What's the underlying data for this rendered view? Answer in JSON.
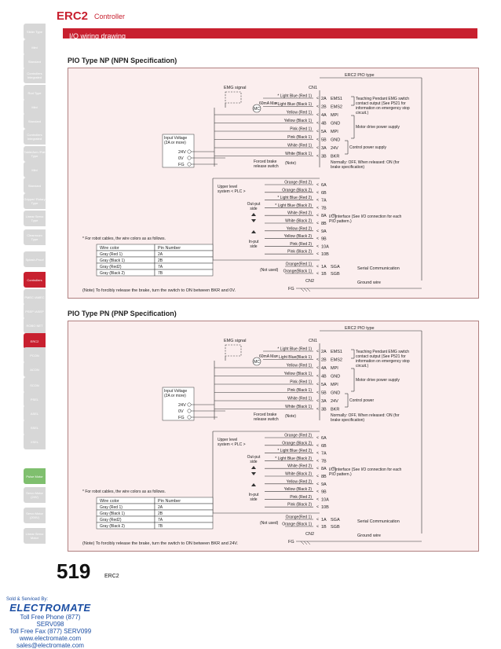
{
  "header": {
    "title": "ERC2",
    "subtitle": "Controller"
  },
  "section_title": "I/O wiring drawing",
  "sidebar": [
    {
      "label": "Slider Type",
      "active": false,
      "green": false
    },
    {
      "label": "Mini",
      "active": false,
      "green": false
    },
    {
      "label": "Standard",
      "active": false,
      "green": false
    },
    {
      "label": "Controllers Integrated",
      "active": false,
      "green": false
    },
    {
      "label": "Rod Type",
      "active": false,
      "green": false
    },
    {
      "label": "Mini",
      "active": false,
      "green": false
    },
    {
      "label": "Standard",
      "active": false,
      "green": false
    },
    {
      "label": "Controllers Integrated",
      "active": false,
      "green": false
    },
    {
      "label": "Table/Arm /Flat Type",
      "active": false,
      "green": false
    },
    {
      "label": "Mini",
      "active": false,
      "green": false
    },
    {
      "label": "Standard",
      "active": false,
      "green": false
    },
    {
      "label": "Gripper/ Rotary Type",
      "active": false,
      "green": false
    },
    {
      "label": "Linear Servo Type",
      "active": false,
      "green": false
    },
    {
      "label": "Cleanroom Type",
      "active": false,
      "green": false
    },
    {
      "label": "Splash-Proof",
      "active": false,
      "green": false
    },
    {
      "label": "Controllers",
      "active": true,
      "green": false
    },
    {
      "label": "PMEC /AMEC",
      "active": false,
      "green": false
    },
    {
      "label": "PSEP /ASEP",
      "active": false,
      "green": false
    },
    {
      "label": "ROBO NET",
      "active": false,
      "green": false
    },
    {
      "label": "ERC2",
      "active": true,
      "green": false
    },
    {
      "label": "PCON",
      "active": false,
      "green": false
    },
    {
      "label": "ACON",
      "active": false,
      "green": false
    },
    {
      "label": "SCON",
      "active": false,
      "green": false
    },
    {
      "label": "PSEL",
      "active": false,
      "green": false
    },
    {
      "label": "ASEL",
      "active": false,
      "green": false
    },
    {
      "label": "SSEL",
      "active": false,
      "green": false
    },
    {
      "label": "XSEL",
      "active": false,
      "green": false
    },
    {
      "label": "Pulse Motor",
      "active": false,
      "green": true
    },
    {
      "label": "Servo Motor (24V)",
      "active": false,
      "green": false
    },
    {
      "label": "Servo Motor (200V)",
      "active": false,
      "green": false
    },
    {
      "label": "Linear Servo Motor",
      "active": false,
      "green": false
    }
  ],
  "diagrams": [
    {
      "title": "PIO Type NP (NPN Specification)",
      "pio_type_label": "ERC2 PIO type",
      "cn1": "CN1",
      "cn2": "CN2",
      "emg_signal": "EMG signal",
      "ma_label": "60mA Max",
      "mc_label": "MC",
      "input_voltage": "Input Voltage (2A or more)",
      "v24": "24V",
      "v0": "0V",
      "fg": "FG",
      "forced_brake": "Forced brake release switch",
      "note_label": "(Note)",
      "upper_level": "Upper level system < PLC >",
      "output_side": "Out-put side",
      "input_side": "In-put side",
      "not_used": "(Not used)",
      "fg_bottom": "FG",
      "top_wires": [
        {
          "color": "* Light Blue (Red 1)",
          "pin": "2A",
          "signal": "EMS1"
        },
        {
          "color": "* Light Blue (Black 1)",
          "pin": "2B",
          "signal": "EMS2"
        },
        {
          "color": "Yellow (Red 1)",
          "pin": "4A",
          "signal": "MPI"
        },
        {
          "color": "Yellow (Black 1)",
          "pin": "4B",
          "signal": "GND"
        },
        {
          "color": "Pink (Red 1)",
          "pin": "5A",
          "signal": "MPI"
        },
        {
          "color": "Pink (Black 1)",
          "pin": "5B",
          "signal": "GND"
        },
        {
          "color": "White (Red 1)",
          "pin": "3A",
          "signal": "24V"
        },
        {
          "color": "White (Black 1)",
          "pin": "3B",
          "signal": "BKR"
        }
      ],
      "pio_wires": [
        {
          "color": "Orange (Red 2)",
          "pin": "6A"
        },
        {
          "color": "Orange (Black 2)",
          "pin": "6B"
        },
        {
          "color": "* Light Blue (Red 2)",
          "pin": "7A"
        },
        {
          "color": "* Light Blue (Black 2)",
          "pin": "7B"
        },
        {
          "color": "White (Red 2)",
          "pin": "8A"
        },
        {
          "color": "White (Black 2)",
          "pin": "8B"
        },
        {
          "color": "Yellow (Red 2)",
          "pin": "9A"
        },
        {
          "color": "Yellow (Black 2)",
          "pin": "9B"
        },
        {
          "color": "Pink (Red 2)",
          "pin": "10A"
        },
        {
          "color": "Pink (Black 2)",
          "pin": "10B"
        }
      ],
      "sga_wires": [
        {
          "color": "Orange(Red 1)",
          "pin": "1A",
          "signal": "SGA"
        },
        {
          "color": "Orange(Black 1)",
          "pin": "1B",
          "signal": "SGB"
        }
      ],
      "teaching_pendant": "Teaching Pendant EMG switch contact output (See P521 for information on emergency stop circuit.)",
      "motor_drive": "Motor drive power supply",
      "control_power": "Control power supply",
      "brake_note": "Normally: OFF, When released: ON (for brake specification)",
      "io_interface": "I/O interface (See I/O connection for each PIO pattern.)",
      "serial_comm": "Serial Communication",
      "ground_wire": "Ground wire",
      "robot_cable_note": "* For robot cables, the wire colors as as follows.",
      "table_headers": [
        "Wire color",
        "Pin Number"
      ],
      "table_rows": [
        [
          "Gray (Red 1)",
          "2A"
        ],
        [
          "Gray (Black 1)",
          "2B"
        ],
        [
          "Gray (Red2)",
          "7A"
        ],
        [
          "Gray (Black 2)",
          "7B"
        ]
      ],
      "bottom_note": "(Note) To forcibly release the brake, turn the switch to ON between BKR and 0V."
    },
    {
      "title": "PIO Type PN (PNP Specification)",
      "pio_type_label": "ERC2 PIO type",
      "cn1": "CN1",
      "cn2": "CN2",
      "emg_signal": "EMG signal",
      "ma_label": "60mA Max",
      "mc_label": "MC",
      "input_voltage": "Input Voltage (2A or more)",
      "v24": "24V",
      "v0": "0V",
      "fg": "FG",
      "forced_brake": "Forced brake release switch",
      "note_label": "(Note)",
      "upper_level": "Upper level system < PLC >",
      "output_side": "Out-put side",
      "input_side": "In-put side",
      "not_used": "(Not used)",
      "fg_bottom": "FG",
      "top_wires": [
        {
          "color": "* Light Blue (Red 1)",
          "pin": "2A",
          "signal": "EMS1"
        },
        {
          "color": "* Light Blue(Black 1)",
          "pin": "2B",
          "signal": "EMS2"
        },
        {
          "color": "Yellow (Red 1)",
          "pin": "4A",
          "signal": "MPI"
        },
        {
          "color": "Yellow (Black 1)",
          "pin": "4B",
          "signal": "GND"
        },
        {
          "color": "Pink (Red 1)",
          "pin": "5A",
          "signal": "MPI"
        },
        {
          "color": "Pink (Black 1)",
          "pin": "5B",
          "signal": "GND"
        },
        {
          "color": "White (Red 1)",
          "pin": "3A",
          "signal": "24V"
        },
        {
          "color": "White (Black 1)",
          "pin": "3B",
          "signal": "BKR"
        }
      ],
      "pio_wires": [
        {
          "color": "Orange (Red 2)",
          "pin": "6A"
        },
        {
          "color": "Orange (Black 2)",
          "pin": "6B"
        },
        {
          "color": "* Light Blue (Red 2)",
          "pin": "7A"
        },
        {
          "color": "* Light Blue (Black 2)",
          "pin": "7B"
        },
        {
          "color": "White (Red 2)",
          "pin": "8A"
        },
        {
          "color": "White (Black 2)",
          "pin": "8B"
        },
        {
          "color": "Yellow (Red 2)",
          "pin": "9A"
        },
        {
          "color": "Yellow (Black 2)",
          "pin": "9B"
        },
        {
          "color": "Pink (Red 2)",
          "pin": "10A"
        },
        {
          "color": "Pink (Black 2)",
          "pin": "10B"
        }
      ],
      "sga_wires": [
        {
          "color": "Orange(Red 1)",
          "pin": "1A",
          "signal": "SGA"
        },
        {
          "color": "Orange (Black 1)",
          "pin": "1B",
          "signal": "SGB"
        }
      ],
      "teaching_pendant": "Teaching Pendant EMG switch contact output (See P521 for information on emergency stop circuit.)",
      "motor_drive": "Motor drive power supply",
      "control_power": "Control power",
      "brake_note": "Normally: OFF, When released: ON (for brake specification)",
      "io_interface": "I/O interface (See I/O connection for each PIO pattern.)",
      "serial_comm": "Serial Communication",
      "ground_wire": "Ground wire",
      "robot_cable_note": "* For robot cables, the wire colors as as follows.",
      "table_headers": [
        "Wire color",
        "Pin Number"
      ],
      "table_rows": [
        [
          "Gray (Red 1)",
          "2A"
        ],
        [
          "Gray (Black 1)",
          "2B"
        ],
        [
          "Gray (Red2)",
          "7A"
        ],
        [
          "Gray (Black 2)",
          "7B"
        ]
      ],
      "bottom_note": "(Note) To forcibly release the brake, turn the switch to ON between BKR and 24V."
    }
  ],
  "page": {
    "number": "519",
    "label": "ERC2"
  },
  "footer": {
    "sold_by": "Sold & Serviced By:",
    "brand": "ELECTROMATE",
    "phone": "Toll Free Phone (877) SERV098",
    "fax": "Toll Free Fax (877) SERV099",
    "web": "www.electromate.com",
    "email": "sales@electromate.com"
  },
  "colors": {
    "accent": "#c8202f",
    "panel_bg": "#fbeeee",
    "sidebar_tab": "#d7d7d7",
    "footer_blue": "#1b4ea3"
  }
}
